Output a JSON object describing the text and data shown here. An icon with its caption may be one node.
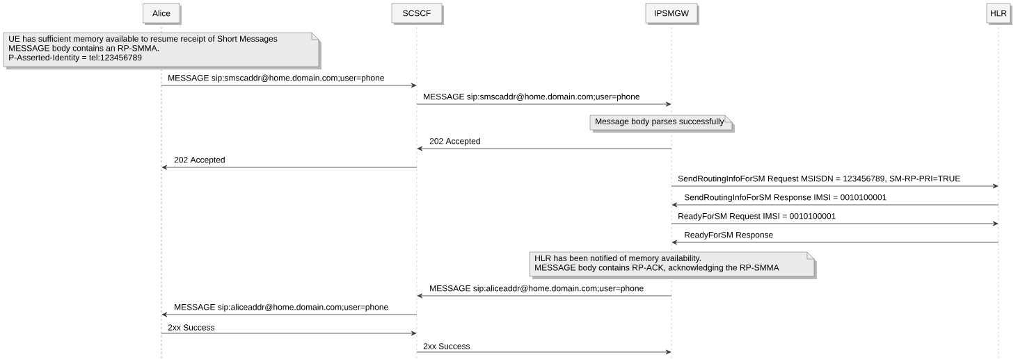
{
  "diagram": {
    "nodes": [
      {
        "text": [
          "Alice"
        ]
      },
      {
        "text": [
          "SCSCF"
        ]
      },
      {
        "text": [
          "IPSMGW"
        ]
      },
      {
        "text": [
          "HLR"
        ]
      },
      {
        "text": [
          "UE has sufficient memory available to resume receipt of Short Messages",
          "MESSAGE body contains an RP-SMMA.",
          "P-Asserted-Identity = tel:123456789"
        ]
      },
      {
        "text": [
          "Message body parses successfully"
        ]
      },
      {
        "text": [
          "HLR has been notified of memory availability.",
          "MESSAGE body contains RP-ACK, acknowledging the RP-SMMA"
        ]
      }
    ],
    "edges": [
      {
        "from": 0,
        "to": 1,
        "arrow": "to",
        "label": "MESSAGE sip:smscaddr@home.domain.com;user=phone"
      },
      {
        "from": 1,
        "to": 2,
        "arrow": "to",
        "label": "MESSAGE sip:smscaddr@home.domain.com;user=phone"
      },
      {
        "from": 2,
        "to": 1,
        "arrow": "to",
        "label": "202 Accepted"
      },
      {
        "from": 1,
        "to": 0,
        "arrow": "to",
        "label": "202 Accepted"
      },
      {
        "from": 2,
        "to": 3,
        "arrow": "to",
        "label": "SendRoutingInfoForSM Request MSISDN = 123456789, SM-RP-PRI=TRUE"
      },
      {
        "from": 3,
        "to": 2,
        "arrow": "to",
        "label": "SendRoutingInfoForSM Response IMSI = 0010100001"
      },
      {
        "from": 2,
        "to": 3,
        "arrow": "to",
        "label": "ReadyForSM Request IMSI = 0010100001"
      },
      {
        "from": 3,
        "to": 2,
        "arrow": "to",
        "label": "ReadyForSM Response"
      },
      {
        "from": 2,
        "to": 1,
        "arrow": "to",
        "label": "MESSAGE sip:aliceaddr@home.domain.com;user=phone"
      },
      {
        "from": 1,
        "to": 0,
        "arrow": "to",
        "label": "MESSAGE sip:aliceaddr@home.domain.com;user=phone"
      },
      {
        "from": 0,
        "to": 1,
        "arrow": "to",
        "label": "2xx Success"
      },
      {
        "from": 1,
        "to": 2,
        "arrow": "to",
        "label": "2xx Success"
      }
    ]
  }
}
